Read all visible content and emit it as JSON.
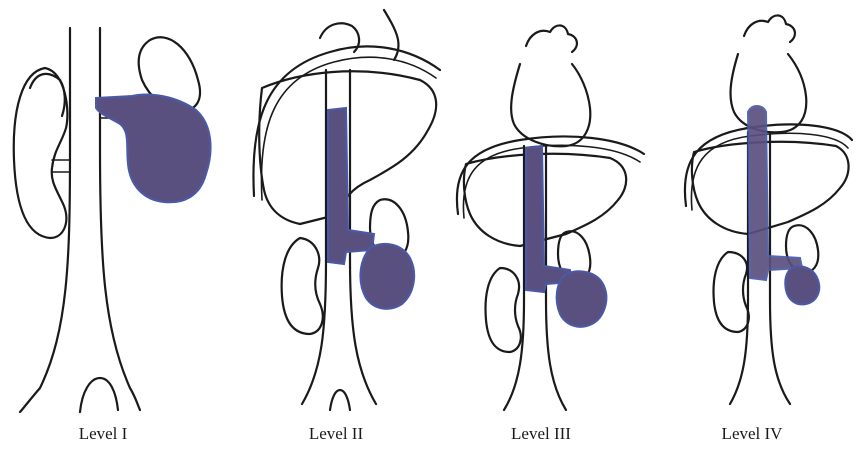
{
  "panels": [
    {
      "caption": "Level I"
    },
    {
      "caption": "Level II"
    },
    {
      "caption": "Level III"
    },
    {
      "caption": "Level IV"
    }
  ],
  "colors": {
    "tumor": "#5a5080",
    "tumor_edge": "#4a5aa8",
    "outline": "#1a1a1a",
    "background": "#ffffff"
  }
}
